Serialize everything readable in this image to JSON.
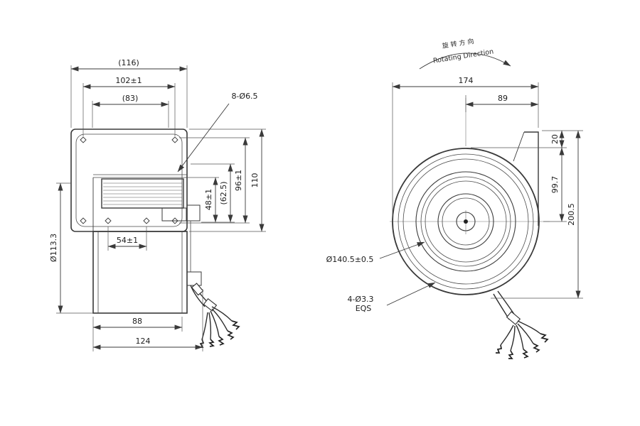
{
  "left_view": {
    "dims": {
      "d116": "(116)",
      "d102": "102±1",
      "d83": "(83)",
      "holes": "8-Ø6.5",
      "d48": "48±1",
      "d625": "(62.5)",
      "d96": "96±1",
      "d110": "110",
      "d113": "Ø113.3",
      "d54": "54±1",
      "d88": "88",
      "d124": "124"
    }
  },
  "right_view": {
    "rotation": {
      "cn": "旋转方向",
      "en": "Rotating Direction"
    },
    "dims": {
      "d174": "174",
      "d89": "89",
      "d20": "20",
      "d997": "99.7",
      "d2005": "200.5",
      "d1405": "Ø140.5±0.5",
      "holes": "4-Ø3.3",
      "eqs": "EQS"
    }
  },
  "colors": {
    "line": "#3a3a3a",
    "background": "#ffffff"
  }
}
